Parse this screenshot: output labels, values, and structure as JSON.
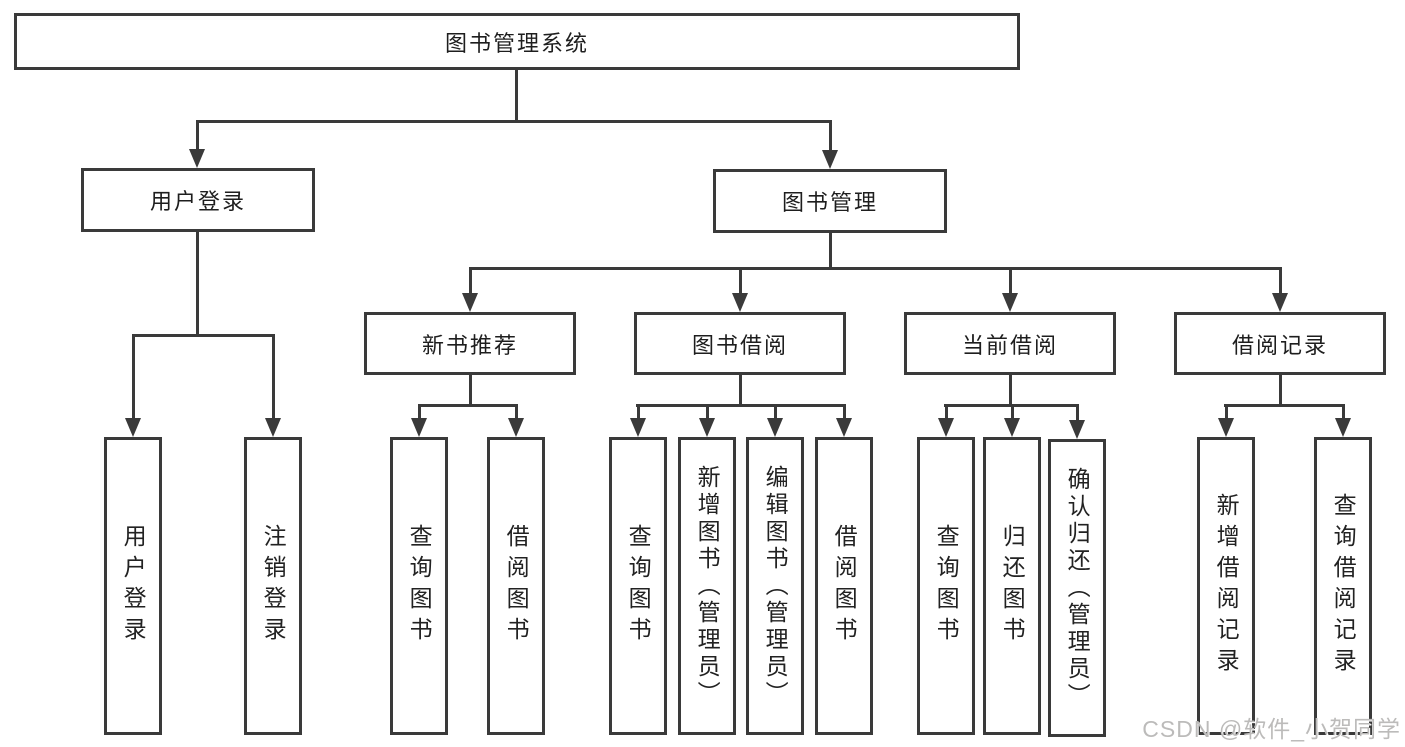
{
  "nodes": {
    "root": "图书管理系统",
    "user_login": "用户登录",
    "book_mgmt": "图书管理",
    "new_book_rec": "新书推荐",
    "book_borrow": "图书借阅",
    "current_borrow": "当前借阅",
    "borrow_record": "借阅记录",
    "leaf_user_login": "用户登录",
    "leaf_logout": "注销登录",
    "leaf_rec_query": "查询图书",
    "leaf_rec_borrow": "借阅图书",
    "leaf_bb_query": "查询图书",
    "leaf_bb_add": "新增图书（管理员）",
    "leaf_bb_edit": "编辑图书（管理员）",
    "leaf_bb_borrow": "借阅图书",
    "leaf_cb_query": "查询图书",
    "leaf_cb_return": "归还图书",
    "leaf_cb_confirm": "确认归还（管理员）",
    "leaf_br_add": "新增借阅记录",
    "leaf_br_query": "查询借阅记录"
  },
  "watermark": {
    "text": "CSDN @软件_小贺同学"
  },
  "colors": {
    "line": "#3a3a3a",
    "text": "#1e1e1e",
    "watermark": "#bcbbba",
    "background": "#ffffff"
  }
}
